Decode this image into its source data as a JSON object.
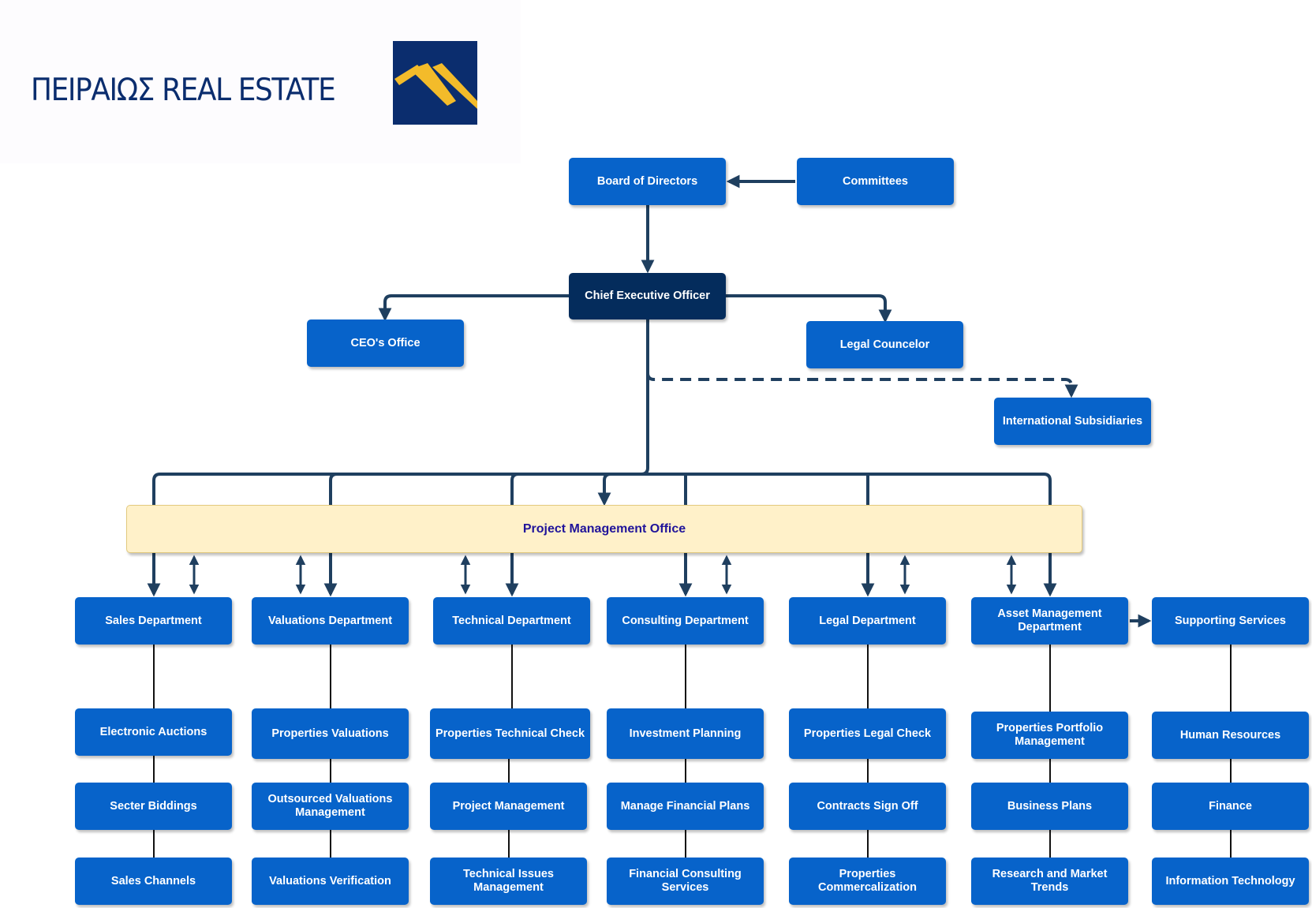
{
  "logo": {
    "text": "ΠΕΙΡΑΙΩΣ REAL ESTATE",
    "mark_icon": "piraeus-stripes-icon",
    "mark_bg": "#0b2d6e",
    "mark_stripes": "#f3bb2a"
  },
  "colors": {
    "box": "#0763ca",
    "ceo_box": "#042c5c",
    "pmo_bg": "#fff1c9",
    "pmo_text": "#20149a",
    "connector": "#1f3f5f"
  },
  "top": {
    "board": "Board of Directors",
    "committees": "Committees",
    "ceo": "Chief Executive Officer",
    "ceo_office": "CEO's Office",
    "legal_councelor": "Legal Councelor",
    "international": "International Subsidiaries",
    "pmo": "Project Management Office"
  },
  "departments": [
    {
      "name": "Sales Department",
      "units": [
        "Electronic Auctions",
        "Secter Biddings",
        "Sales Channels"
      ]
    },
    {
      "name": "Valuations Department",
      "units": [
        "Properties Valuations",
        "Outsourced Valuations Management",
        "Valuations Verification"
      ]
    },
    {
      "name": "Technical Department",
      "units": [
        "Properties Technical Check",
        "Project Management",
        "Technical Issues Management"
      ]
    },
    {
      "name": "Consulting Department",
      "units": [
        "Investment Planning",
        "Manage Financial Plans",
        "Financial Consulting Services"
      ]
    },
    {
      "name": "Legal Department",
      "units": [
        "Properties Legal Check",
        "Contracts Sign Off",
        "Properties Commercalization"
      ]
    },
    {
      "name": "Asset Management Department",
      "units": [
        "Properties Portfolio Management",
        "Business Plans",
        "Research and Market Trends"
      ]
    },
    {
      "name": "Supporting Services",
      "units": [
        "Human Resources",
        "Finance",
        "Information Technology"
      ]
    }
  ]
}
